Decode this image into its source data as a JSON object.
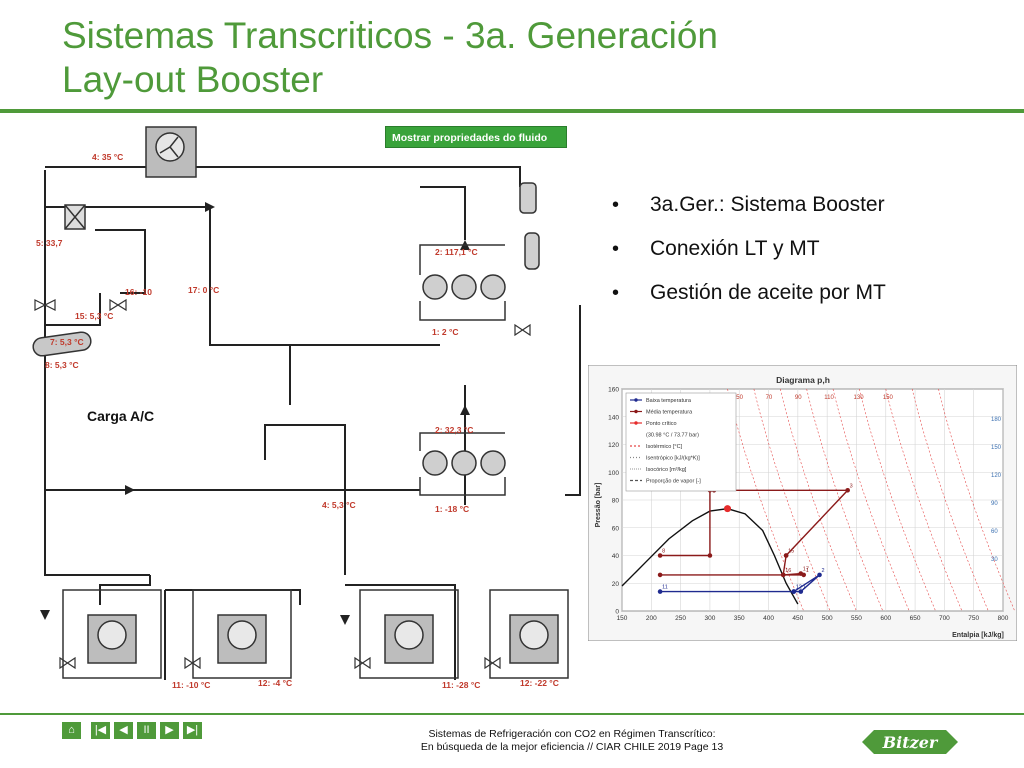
{
  "header": {
    "title_line1": "Sistemas Transcriticos - 3a. Generación",
    "title_line2": "Lay-out Booster"
  },
  "diagram": {
    "fluid_button": "Mostrar propriedades do fluido",
    "load_label": "Carga A/C",
    "labels": {
      "l4": "4:  35 °C",
      "l5": "5:  33,7",
      "l16": "16:  -10",
      "l17": "17:  0 °C",
      "l15": "15:  5,3 °C",
      "l7": "7:  5,3 °C",
      "l8": "8:  5,3 °C",
      "l2a": "2:  117,1 °C",
      "l1a": "1:  2 °C",
      "l2b": "2:  32,3 °C",
      "l1b": "1:  -18 °C",
      "l4b": "4:  5,3 °C",
      "l11a": "11:  -10 °C",
      "l12a": "12:  -4 °C",
      "l11b": "11:  -28 °C",
      "l12b": "12:  -22 °C"
    }
  },
  "bullets": {
    "items": [
      "3a.Ger.:  Sistema Booster",
      "Conexión LT y MT",
      "Gestión de aceite por MT"
    ]
  },
  "chart_data": {
    "type": "line",
    "title": "Diagrama p,h",
    "xlabel": "Entalpia [kJ/kg]",
    "ylabel": "Pressão [bar]",
    "xlim": [
      150,
      800
    ],
    "ylim": [
      0,
      160
    ],
    "xticks": [
      150,
      200,
      250,
      300,
      350,
      400,
      450,
      500,
      550,
      600,
      650,
      700,
      750,
      800
    ],
    "yticks": [
      0,
      20,
      40,
      60,
      80,
      100,
      120,
      140,
      160
    ],
    "grid": true,
    "legend_position": "top-left",
    "legend": [
      "Baixa temperatura",
      "Média temperatura",
      "Ponto crítico",
      "(30.98 °C / 73.77 bar)",
      "Isotérmico [°C]",
      "Isentrópico [kJ/(kg*K)]",
      "Isocórico [m³/kg]",
      "Proporção de vapor [-]"
    ],
    "isotherm_labels": [
      "50",
      "70",
      "90",
      "110",
      "130",
      "150"
    ],
    "right_labels": [
      "180",
      "150",
      "120",
      "90",
      "60",
      "30"
    ],
    "series": [
      {
        "name": "Média temperatura",
        "color": "#8b1a1a",
        "x": [
          215,
          300,
          300,
          307,
          535,
          430,
          430,
          425,
          425,
          455,
          460,
          215
        ],
        "y": [
          40,
          40,
          87,
          87,
          87,
          40,
          40,
          26,
          26,
          27,
          26,
          26
        ],
        "point_labels": [
          "8",
          "",
          "5",
          "4",
          "3",
          "15",
          "",
          "16",
          "",
          "17",
          "1",
          ""
        ]
      },
      {
        "name": "Baixa temperatura",
        "color": "#1f2a8f",
        "x": [
          215,
          443,
          455,
          487,
          443
        ],
        "y": [
          14,
          14,
          14,
          26,
          14
        ],
        "point_labels": [
          "11",
          "12",
          "1",
          "2",
          ""
        ]
      },
      {
        "name": "Ponto crítico",
        "color": "#e52b2b",
        "x": [
          330
        ],
        "y": [
          73.77
        ],
        "point_labels": [
          ""
        ]
      }
    ],
    "saturation_dome": {
      "x": [
        150,
        190,
        230,
        270,
        300,
        330,
        360,
        390,
        410,
        430,
        450
      ],
      "y": [
        18,
        35,
        52,
        65,
        72,
        73.77,
        70,
        58,
        40,
        20,
        5
      ]
    }
  },
  "footer": {
    "line1": "Sistemas de Refrigeración con CO2 en Régimen Transcrítico:",
    "line2": "En búsqueda de la mejor eficiencia //  CIAR CHILE 2019  Page 13",
    "logo_text": "Bitzer"
  },
  "nav": {
    "home": "⌂",
    "first": "|◀",
    "prev": "◀",
    "pause": "II",
    "next": "▶",
    "last": "▶|"
  }
}
